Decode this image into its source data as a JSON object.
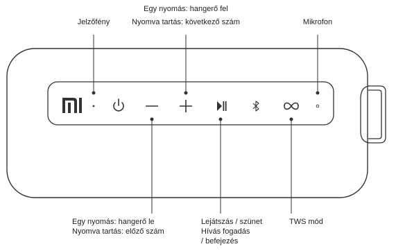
{
  "labels": {
    "indicator": "Jelzőfény",
    "plus_line1": "Egy nyomás: hangerő fel",
    "plus_line2": "Nyomva tartás: következő szám",
    "mic": "Mikrofon",
    "minus_line1": "Egy nyomás: hangerő le",
    "minus_line2": "Nyomva tartás: előző szám",
    "play_line1": "Lejátszás / szünet",
    "play_line2": "Hívás fogadás",
    "play_line3": "/ befejezés",
    "tws": "TWS mód"
  },
  "icons": [
    "mi-logo-icon",
    "indicator-dot-icon",
    "power-icon",
    "minus-icon",
    "plus-icon",
    "play-pause-icon",
    "bluetooth-icon",
    "tws-infinity-icon",
    "microphone-dot-icon"
  ],
  "colors": {
    "outline": "#333333",
    "text": "#222222",
    "background": "#ffffff"
  }
}
